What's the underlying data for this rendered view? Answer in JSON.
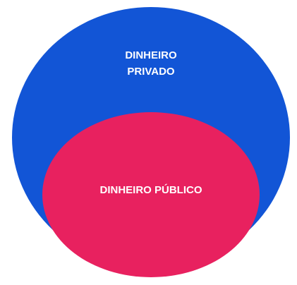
{
  "diagram": {
    "outer": {
      "label_line1": "DINHEIRO",
      "label_line2": "PRIVADO",
      "color": "#1255D6"
    },
    "inner": {
      "label": "DINHEIRO PÚBLICO",
      "color": "#E8215F"
    },
    "label_color": "#FFFFFF",
    "background": "#FFFFFF"
  }
}
